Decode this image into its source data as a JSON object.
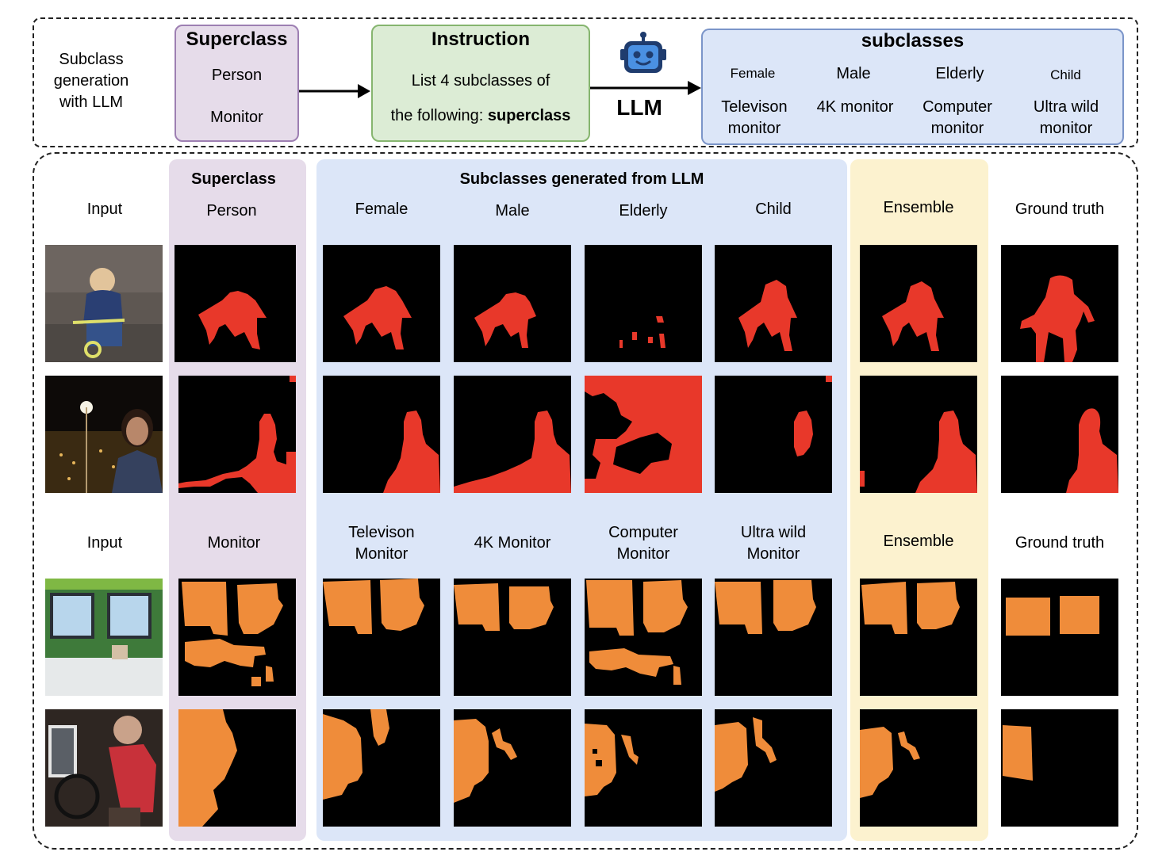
{
  "top": {
    "left_caption": "Subclass generation with LLM",
    "superclass_box": {
      "title": "Superclass",
      "items": [
        "Person",
        "Monitor"
      ]
    },
    "instruction_box": {
      "title": "Instruction",
      "line1": "List  4 subclasses of",
      "line2_prefix": "the following: ",
      "line2_bold": "superclass"
    },
    "llm_label": "LLM",
    "subclasses_box": {
      "title": "subclasses",
      "row1": [
        "Female",
        "Male",
        "Elderly",
        "Child"
      ],
      "row2": [
        "Televison monitor",
        "4K monitor",
        "Computer monitor",
        "Ultra wild monitor"
      ]
    }
  },
  "grid": {
    "superclass_header": "Superclass",
    "subclasses_header": "Subclasses generated from LLM",
    "section1": {
      "input_label": "Input",
      "superclass": "Person",
      "subclasses": [
        "Female",
        "Male",
        "Elderly",
        "Child"
      ],
      "ensemble": "Ensemble",
      "ground_truth": "Ground truth"
    },
    "section2": {
      "input_label": "Input",
      "superclass": "Monitor",
      "subclasses": [
        "Televison Monitor",
        "4K Monitor",
        "Computer Monitor",
        "Ultra wild Monitor"
      ],
      "ensemble": "Ensemble",
      "ground_truth": "Ground truth"
    }
  },
  "colors": {
    "superclass_panel": "#e6dcea",
    "instruction_panel": "#dcecd5",
    "subclass_panel": "#dce6f8",
    "ensemble_panel": "#fcf2cf",
    "person_mask": "#e8382a",
    "monitor_mask": "#ef8c3a"
  }
}
